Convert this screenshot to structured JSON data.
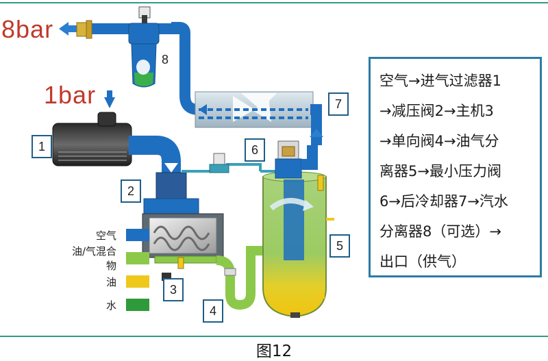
{
  "pressures": {
    "high": "8bar",
    "low": "1bar"
  },
  "stages": [
    "1",
    "2",
    "3",
    "4",
    "5",
    "6",
    "7",
    "8"
  ],
  "description": {
    "lines": [
      "空气→进气过滤器1",
      "→减压阀2→主机3",
      "→单向阀4→油气分",
      "离器5→最小压力阀",
      "6→后冷却器7→汽水",
      "分离器8（可选）→",
      "出口（供气）"
    ]
  },
  "legend": [
    {
      "label": "空气",
      "color": "#1f6fc0"
    },
    {
      "label": "油/气混合物",
      "color": "#8cc94a"
    },
    {
      "label": "油",
      "color": "#efc81c"
    },
    {
      "label": "水",
      "color": "#2f9a3a"
    }
  ],
  "caption": "图12"
}
